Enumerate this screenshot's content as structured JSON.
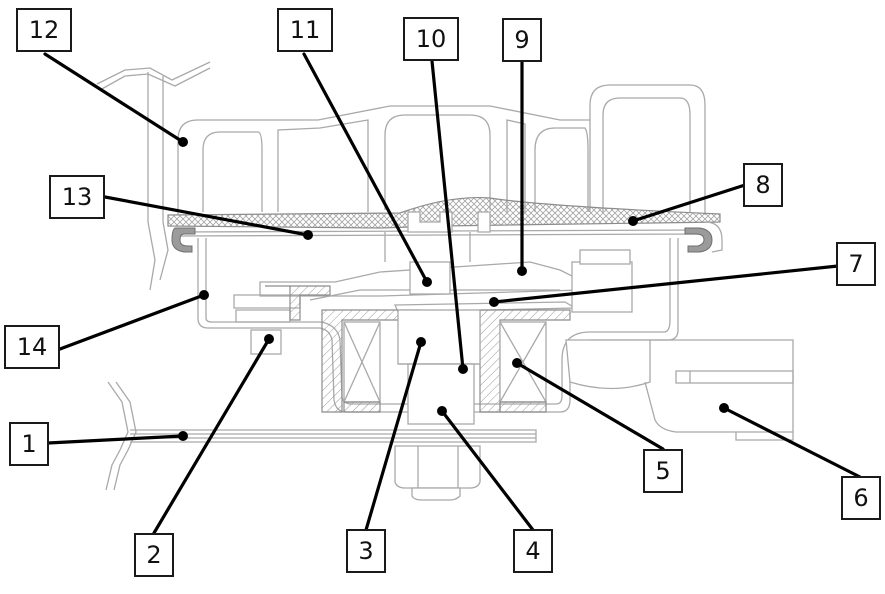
{
  "diagram": {
    "type": "cross-section technical drawing",
    "callouts": [
      {
        "id": "1",
        "label": "1"
      },
      {
        "id": "2",
        "label": "2"
      },
      {
        "id": "3",
        "label": "3"
      },
      {
        "id": "4",
        "label": "4"
      },
      {
        "id": "5",
        "label": "5"
      },
      {
        "id": "6",
        "label": "6"
      },
      {
        "id": "7",
        "label": "7"
      },
      {
        "id": "8",
        "label": "8"
      },
      {
        "id": "9",
        "label": "9"
      },
      {
        "id": "10",
        "label": "10"
      },
      {
        "id": "11",
        "label": "11"
      },
      {
        "id": "12",
        "label": "12"
      },
      {
        "id": "13",
        "label": "13"
      },
      {
        "id": "14",
        "label": "14"
      }
    ],
    "colors": {
      "outline": "#a9a9a9",
      "leader": "#000000",
      "seal": "#9b9b9b",
      "background": "#ffffff"
    }
  }
}
